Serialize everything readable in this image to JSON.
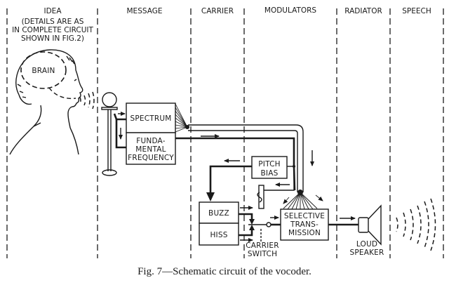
{
  "sections": [
    {
      "id": "idea",
      "label": "IDEA",
      "note": [
        "(DETAILS ARE AS",
        "IN COMPLETE CIRCUIT",
        "SHOWN IN FIG.2)"
      ]
    },
    {
      "id": "message",
      "label": "MESSAGE"
    },
    {
      "id": "carrier",
      "label": "CARRIER"
    },
    {
      "id": "modulators",
      "label": "MODULATORS"
    },
    {
      "id": "radiator",
      "label": "RADIATOR"
    },
    {
      "id": "speech",
      "label": "SPEECH"
    }
  ],
  "components": {
    "brain": "BRAIN",
    "spectrum": "SPECTRUM",
    "fundamental_frequency": [
      "FUNDA-",
      "MENTAL",
      "FREQUENCY"
    ],
    "pitch_bias": [
      "PITCH",
      "BIAS"
    ],
    "buzz": "BUZZ",
    "hiss": "HISS",
    "carrier_switch": [
      "CARRIER",
      "SWITCH"
    ],
    "selective_transmission": [
      "SELECTIVE",
      "TRANS-",
      "MISSION"
    ],
    "loud_speaker": [
      "LOUD",
      "SPEAKER"
    ]
  },
  "caption": "Fig. 7—Schematic circuit of the vocoder."
}
